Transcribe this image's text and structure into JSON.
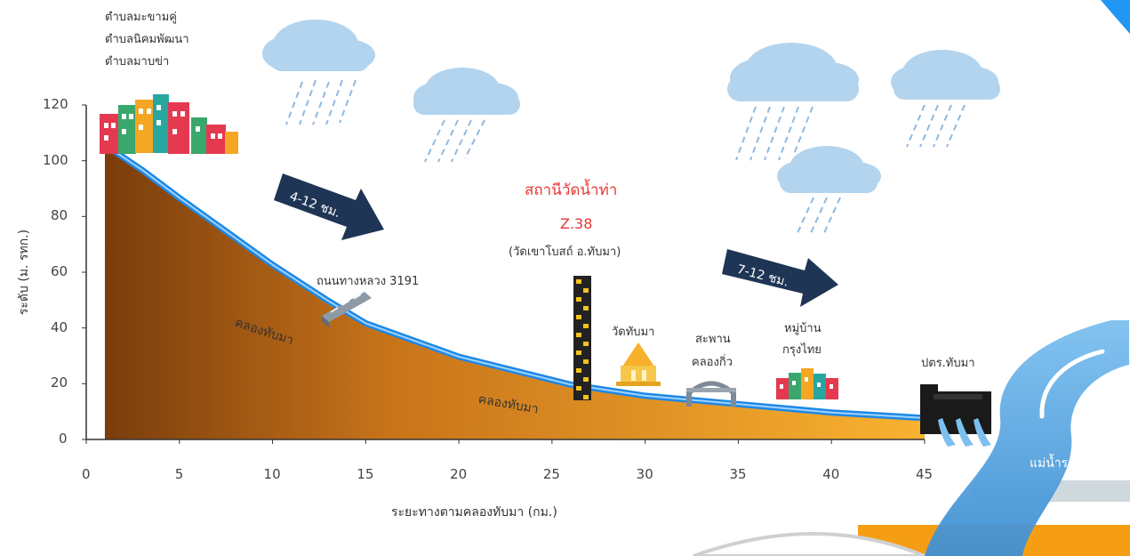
{
  "chart_data": {
    "type": "area",
    "xlabel": "ระยะทางตามคลองทับมา (กม.)",
    "ylabel": "ระดับ (ม. รทก.)",
    "xlim": [
      0,
      45
    ],
    "ylim": [
      0,
      120
    ],
    "x_ticks": [
      "0",
      "5",
      "10",
      "15",
      "20",
      "25",
      "30",
      "35",
      "40",
      "45"
    ],
    "y_ticks": [
      "0",
      "20",
      "40",
      "60",
      "80",
      "100",
      "120"
    ],
    "profile": [
      {
        "x": 1,
        "y": 106
      },
      {
        "x": 3,
        "y": 97
      },
      {
        "x": 5,
        "y": 87
      },
      {
        "x": 7.5,
        "y": 75
      },
      {
        "x": 10,
        "y": 63
      },
      {
        "x": 13,
        "y": 50
      },
      {
        "x": 15,
        "y": 42
      },
      {
        "x": 20,
        "y": 30
      },
      {
        "x": 26,
        "y": 20
      },
      {
        "x": 30,
        "y": 16
      },
      {
        "x": 35,
        "y": 13
      },
      {
        "x": 40,
        "y": 10
      },
      {
        "x": 45,
        "y": 8
      }
    ]
  },
  "labels": {
    "top_villages": [
      "ตำบลมะขามคู่",
      "ตำบลนิคมพัฒนา",
      "ตำบลมาบข่า"
    ],
    "station_title": "สถานีวัดน้ำท่า",
    "station_code": "Z.38",
    "station_location": "(วัดเขาโบสถ์ อ.ทับมา)",
    "road": "ถนนทางหลวง 3191",
    "canal_upper": "คลองทับมา",
    "canal_lower": "คลองทับมา",
    "temple": "วัดทับมา",
    "bridge_line1": "สะพาน",
    "bridge_line2": "คลองกิ่ว",
    "village_line1": "หมู่บ้าน",
    "village_line2": "กรุงไทย",
    "gate": "ปตร.ทับมา",
    "river": "แม่น้ำระยอง",
    "arrow1": "4-12 ชม.",
    "arrow2": "7-12 ชม."
  },
  "colors": {
    "terrain_top": "#f7a41f",
    "terrain_bottom": "#8a4a0f",
    "water": "#1e88e5",
    "cloud": "#b3d4ee",
    "arrow": "#1f3555",
    "station_text": "#e53935",
    "river": "#5aa9e6"
  },
  "icons": [
    "cloud-icon",
    "rain-icon",
    "town-icon",
    "bridge-icon",
    "gauge-icon",
    "temple-icon",
    "village-icon",
    "dam-icon",
    "river-icon"
  ]
}
